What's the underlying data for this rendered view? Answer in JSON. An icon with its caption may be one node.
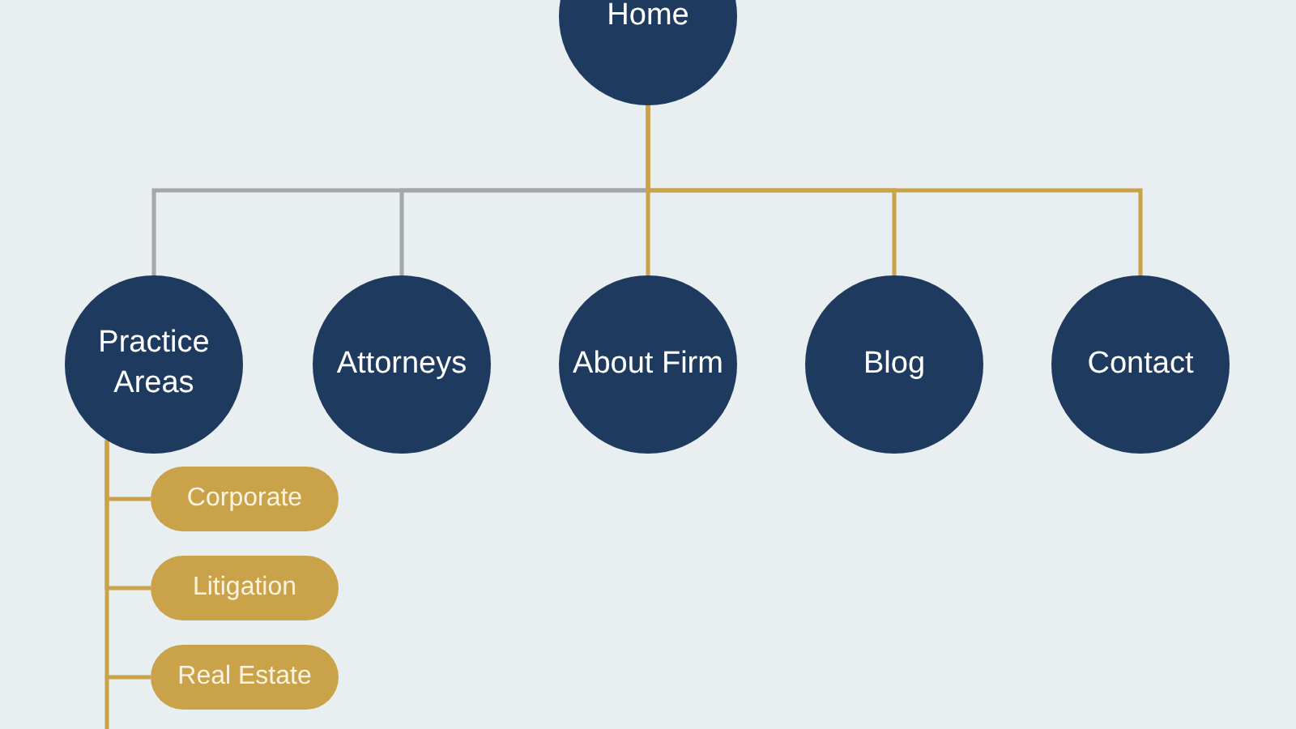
{
  "diagram": {
    "nodes": [
      {
        "text": [
          "Home"
        ]
      },
      {
        "text": [
          "Practice Areas"
        ]
      },
      {
        "text": [
          "Attorneys"
        ]
      },
      {
        "text": [
          "About Firm"
        ]
      },
      {
        "text": [
          "Blog"
        ]
      },
      {
        "text": [
          "Contact"
        ]
      },
      {
        "text": [
          "Corporate"
        ]
      },
      {
        "text": [
          "Litigation"
        ]
      },
      {
        "text": [
          "Real Estate"
        ]
      }
    ],
    "edges": [
      {
        "from": 0,
        "to": 1,
        "arrow": "none",
        "color": "#a3a7aa"
      },
      {
        "from": 0,
        "to": 2,
        "arrow": "none",
        "color": "#a3a7aa"
      },
      {
        "from": 0,
        "to": 3,
        "arrow": "none"
      },
      {
        "from": 0,
        "to": 4,
        "arrow": "none"
      },
      {
        "from": 0,
        "to": 5,
        "arrow": "none"
      },
      {
        "from": 1,
        "to": 6,
        "arrow": "none"
      },
      {
        "from": 1,
        "to": 7,
        "arrow": "none"
      },
      {
        "from": 1,
        "to": 8,
        "arrow": "none"
      }
    ]
  }
}
